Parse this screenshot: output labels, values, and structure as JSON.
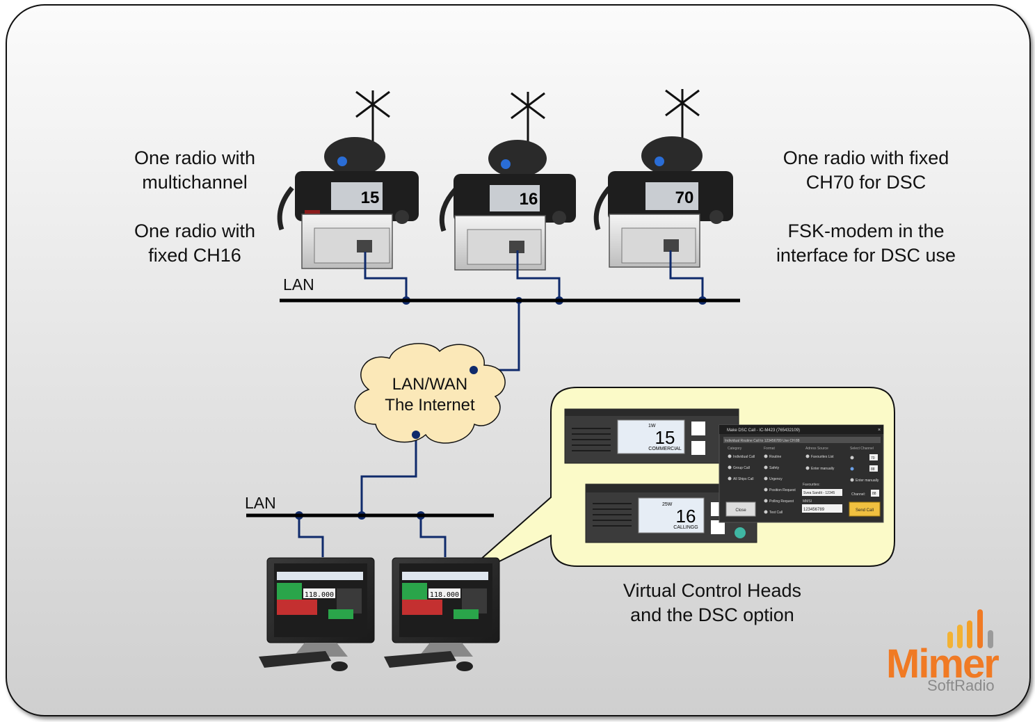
{
  "texts": {
    "left_top": "One radio with\nmultichannel",
    "left_bottom": "One radio with\nfixed CH16",
    "right_top": "One radio with fixed\nCH70 for DSC",
    "right_bottom": "FSK-modem in the\ninterface for DSC use",
    "lan_top": "LAN",
    "lan_bottom": "LAN",
    "cloud_line1": "LAN/WAN",
    "cloud_line2": "The Internet",
    "caption": "Virtual Control Heads\nand the DSC option"
  },
  "radios": [
    {
      "channel": "15"
    },
    {
      "channel": "16"
    },
    {
      "channel": "70"
    }
  ],
  "control_heads": [
    {
      "power": "1W",
      "channel": "15",
      "label": "COMMERCIAL"
    },
    {
      "power": "25W",
      "channel": "16",
      "label": "CALLINGG"
    }
  ],
  "dsc_dialog": {
    "title": "Make DSC Call - IC-M423 (765432109)",
    "summary": "Individual Routine Call to 123456789 Use CH:88",
    "category_header": "Category",
    "categories": [
      "Individual Call",
      "Group Call",
      "All Ships Call"
    ],
    "format_header": "Format",
    "formats": [
      "Routine",
      "Safety",
      "Urgency",
      "Position Request",
      "Polling Request",
      "Test Call"
    ],
    "address_header": "Adress Source",
    "address_options": [
      "Favourites List",
      "Enter manually"
    ],
    "favourites_label": "Favourites:",
    "favourites_value": "Svea Sandit - 12345",
    "mmsi_label": "MMSI",
    "mmsi_value": "123456789",
    "channel_header": "Select Channel",
    "channel_options": [
      "70",
      "88"
    ],
    "channel_manual": "Enter manually",
    "channel_label": "Channel:",
    "channel_value": "88",
    "close_button": "Close",
    "send_button": "Send Call"
  },
  "monitors": [
    {
      "frequency": "118.000"
    },
    {
      "frequency": "118.000"
    }
  ],
  "logo": {
    "name": "Mimer",
    "sub": "SoftRadio",
    "accent": "#f07a24"
  },
  "colors": {
    "network_line": "#0f2a6b",
    "callout_fill": "#fbfac8",
    "cloud_fill": "#fbe8b8"
  }
}
